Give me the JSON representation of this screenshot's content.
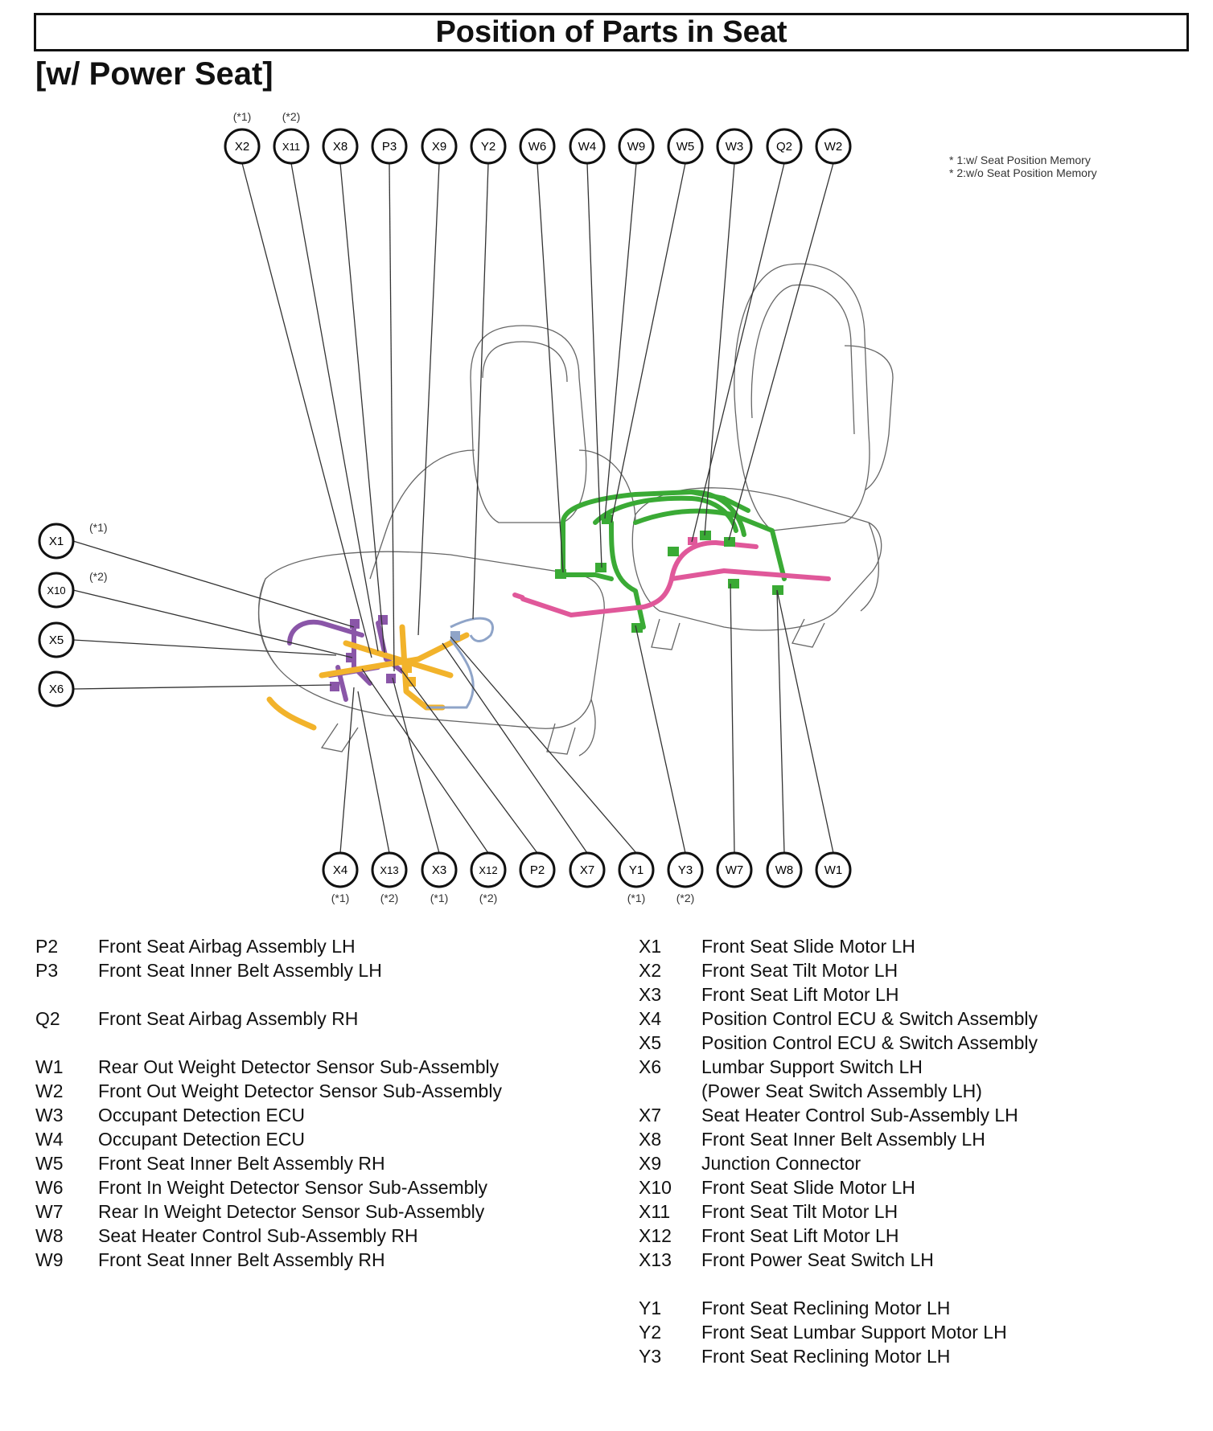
{
  "title": "Position of Parts in Seat",
  "subtitle": "[w/ Power Seat]",
  "notes": [
    "* 1:w/ Seat Position Memory",
    "* 2:w/o Seat Position Memory"
  ],
  "colors": {
    "harness_green": "#3aaa35",
    "harness_pink": "#e0589a",
    "harness_purple": "#8a56a8",
    "harness_orange": "#f2b32b",
    "harness_blue": "#8fa4c8"
  },
  "top_connectors": [
    {
      "code": "X2",
      "note": "(*1)"
    },
    {
      "code": "X11",
      "note": "(*2)"
    },
    {
      "code": "X8",
      "note": ""
    },
    {
      "code": "P3",
      "note": ""
    },
    {
      "code": "X9",
      "note": ""
    },
    {
      "code": "Y2",
      "note": ""
    },
    {
      "code": "W6",
      "note": ""
    },
    {
      "code": "W4",
      "note": ""
    },
    {
      "code": "W9",
      "note": ""
    },
    {
      "code": "W5",
      "note": ""
    },
    {
      "code": "W3",
      "note": ""
    },
    {
      "code": "Q2",
      "note": ""
    },
    {
      "code": "W2",
      "note": ""
    }
  ],
  "side_connectors": [
    {
      "code": "X1",
      "note": "(*1)"
    },
    {
      "code": "X10",
      "note": "(*2)"
    },
    {
      "code": "X5",
      "note": ""
    },
    {
      "code": "X6",
      "note": ""
    }
  ],
  "bottom_connectors": [
    {
      "code": "X4",
      "note": "(*1)"
    },
    {
      "code": "X13",
      "note": "(*2)"
    },
    {
      "code": "X3",
      "note": "(*1)"
    },
    {
      "code": "X12",
      "note": "(*2)"
    },
    {
      "code": "P2",
      "note": ""
    },
    {
      "code": "X7",
      "note": ""
    },
    {
      "code": "Y1",
      "note": "(*1)"
    },
    {
      "code": "Y3",
      "note": "(*2)"
    },
    {
      "code": "W7",
      "note": ""
    },
    {
      "code": "W8",
      "note": ""
    },
    {
      "code": "W1",
      "note": ""
    }
  ],
  "legend_left": [
    {
      "code": "P2",
      "desc": "Front Seat Airbag Assembly LH"
    },
    {
      "code": "P3",
      "desc": "Front Seat Inner Belt Assembly LH"
    },
    {
      "gap": true
    },
    {
      "code": "Q2",
      "desc": "Front Seat Airbag Assembly RH"
    },
    {
      "gap": true
    },
    {
      "code": "W1",
      "desc": "Rear Out Weight Detector Sensor Sub-Assembly"
    },
    {
      "code": "W2",
      "desc": "Front Out Weight Detector Sensor Sub-Assembly"
    },
    {
      "code": "W3",
      "desc": "Occupant Detection ECU"
    },
    {
      "code": "W4",
      "desc": "Occupant Detection ECU"
    },
    {
      "code": "W5",
      "desc": "Front Seat Inner Belt Assembly RH"
    },
    {
      "code": "W6",
      "desc": "Front In Weight Detector Sensor Sub-Assembly"
    },
    {
      "code": "W7",
      "desc": "Rear In Weight Detector Sensor Sub-Assembly"
    },
    {
      "code": "W8",
      "desc": "Seat Heater Control Sub-Assembly RH"
    },
    {
      "code": "W9",
      "desc": "Front Seat Inner Belt Assembly RH"
    }
  ],
  "legend_right": [
    {
      "code": "X1",
      "desc": "Front Seat Slide Motor LH"
    },
    {
      "code": "X2",
      "desc": "Front Seat Tilt Motor LH"
    },
    {
      "code": "X3",
      "desc": "Front Seat Lift Motor LH"
    },
    {
      "code": "X4",
      "desc": "Position Control ECU & Switch Assembly"
    },
    {
      "code": "X5",
      "desc": "Position Control ECU & Switch Assembly"
    },
    {
      "code": "X6",
      "desc": "Lumbar Support Switch LH"
    },
    {
      "code": "",
      "desc": "(Power Seat Switch Assembly LH)"
    },
    {
      "code": "X7",
      "desc": "Seat Heater Control Sub-Assembly LH"
    },
    {
      "code": "X8",
      "desc": "Front Seat Inner Belt Assembly LH"
    },
    {
      "code": "X9",
      "desc": "Junction Connector"
    },
    {
      "code": "X10",
      "desc": "Front Seat Slide Motor LH"
    },
    {
      "code": "X11",
      "desc": "Front Seat Tilt Motor LH"
    },
    {
      "code": "X12",
      "desc": "Front Seat Lift Motor LH"
    },
    {
      "code": "X13",
      "desc": "Front Power Seat Switch LH"
    },
    {
      "gap": true
    },
    {
      "code": "Y1",
      "desc": "Front Seat Reclining Motor LH"
    },
    {
      "code": "Y2",
      "desc": "Front Seat Lumbar Support Motor LH"
    },
    {
      "code": "Y3",
      "desc": "Front Seat Reclining Motor LH"
    }
  ]
}
